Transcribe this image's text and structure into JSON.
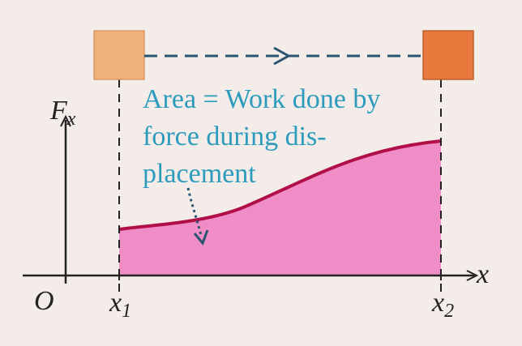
{
  "caption": {
    "line1": "Area = Work done by",
    "line2": "force during dis-",
    "line3": "placement"
  },
  "labels": {
    "y_axis": "F",
    "y_axis_sub": "x",
    "x_axis": "x",
    "origin": "O",
    "x1": "x",
    "x1_sub": "1",
    "x2": "x",
    "x2_sub": "2"
  },
  "colors": {
    "background": "#f3ece8",
    "area_fill": "#f08cc6",
    "curve": "#b00f47",
    "text_blue": "#2c9bbd",
    "dashed_line": "#2a5570",
    "arrow_dotted": "#2a5570",
    "block_left": "#f0b27c",
    "block_right": "#e8793d",
    "block_border": "#c9843d",
    "axes": "#222222"
  }
}
